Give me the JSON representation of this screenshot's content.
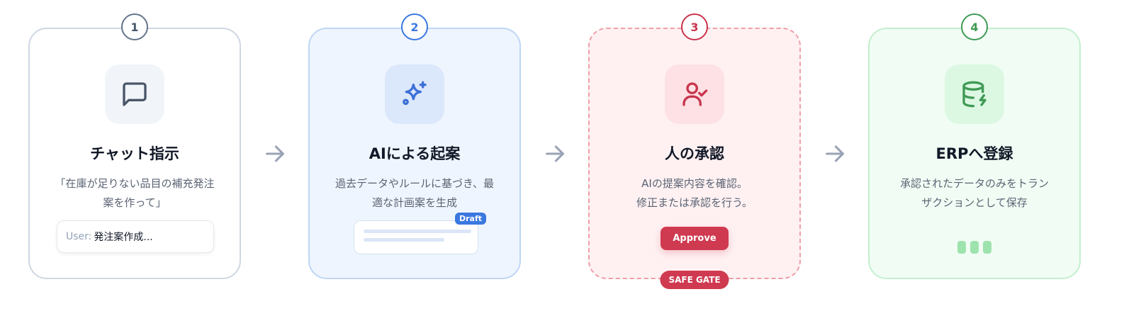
{
  "colors": {
    "neutral": "#64748b",
    "ai_blue": "#3b78e0",
    "approval_red": "#cf3a50",
    "erp_green": "#3f9a55",
    "arrow": "#9aa3b5"
  },
  "steps": [
    {
      "number": "1",
      "icon": "message-square-icon",
      "title": "チャット指示",
      "description": "「在庫が足りない品目の補充発注案を作って」",
      "chat_preview": {
        "speaker": "User:",
        "text": "発注案作成..."
      }
    },
    {
      "number": "2",
      "icon": "sparkles-icon",
      "title": "AIによる起案",
      "description": "過去データやルールに基づき、最適な計画案を生成",
      "draft_badge": "Draft"
    },
    {
      "number": "3",
      "icon": "user-check-icon",
      "title": "人の承認",
      "description_lines": [
        "AIの提案内容を確認。",
        "修正または承認を行う。"
      ],
      "approve_label": "Approve",
      "gate_label": "SAFE GATE"
    },
    {
      "number": "4",
      "icon": "database-zap-icon",
      "title": "ERPへ登録",
      "description": "承認されたデータのみをトランザクションとして保存"
    }
  ],
  "arrows": [
    {
      "icon": "arrow-right-icon"
    },
    {
      "icon": "arrow-right-icon"
    },
    {
      "icon": "arrow-right-icon"
    }
  ]
}
